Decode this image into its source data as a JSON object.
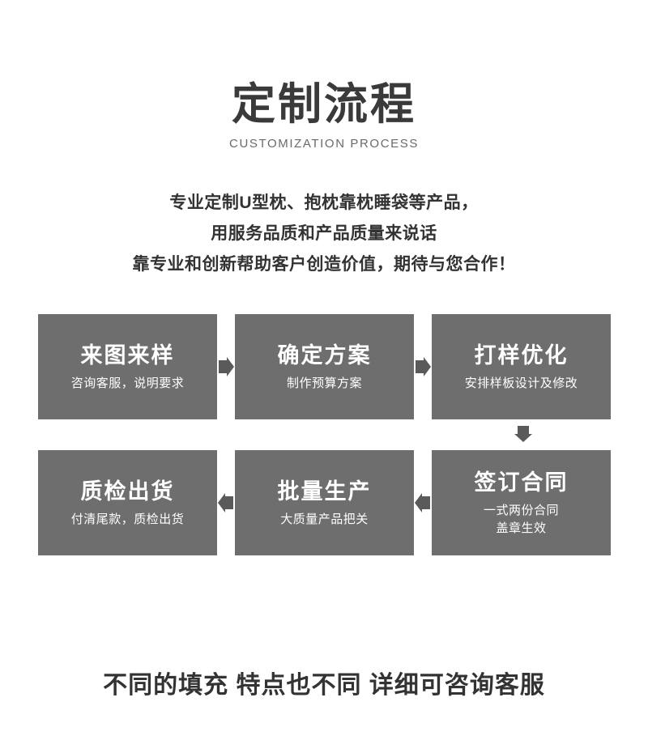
{
  "header": {
    "title": "定制流程",
    "subtitle": "CUSTOMIZATION PROCESS"
  },
  "intro": {
    "lines": [
      "专业定制U型枕、抱枕靠枕睡袋等产品，",
      "用服务品质和产品质量来说话",
      "靠专业和创新帮助客户创造价值，期待与您合作！"
    ]
  },
  "flow": {
    "box_color": "#6e6e6e",
    "text_color": "#ffffff",
    "rows": [
      {
        "boxes": [
          {
            "title": "来图来样",
            "desc": "咨询客服，说明要求"
          },
          {
            "title": "确定方案",
            "desc": "制作预算方案"
          },
          {
            "title": "打样优化",
            "desc": "安排样板设计及修改"
          }
        ]
      },
      {
        "boxes": [
          {
            "title": "质检出货",
            "desc": "付清尾款，质检出货"
          },
          {
            "title": "批量生产",
            "desc": "大质量产品把关"
          },
          {
            "title": "签订合同",
            "desc": "一式两份合同\n盖章生效"
          }
        ]
      }
    ],
    "arrows": [
      {
        "name": "arrow-right-step1-to-step2",
        "direction": "right"
      },
      {
        "name": "arrow-right-step2-to-step3",
        "direction": "right"
      },
      {
        "name": "arrow-down-step3-to-step4",
        "direction": "down"
      },
      {
        "name": "arrow-left-step5-to-step6",
        "direction": "left"
      },
      {
        "name": "arrow-left-step4-to-step5",
        "direction": "left"
      }
    ]
  },
  "footer": {
    "text": "不同的填充 特点也不同 详细可咨询客服"
  },
  "colors": {
    "background": "#ffffff",
    "box_gray": "#6e6e6e",
    "title_dark": "#3a3a3a",
    "body_dark": "#333333",
    "subtitle_gray": "#6a6a6a",
    "arrow_gray": "#5a5a5a"
  }
}
